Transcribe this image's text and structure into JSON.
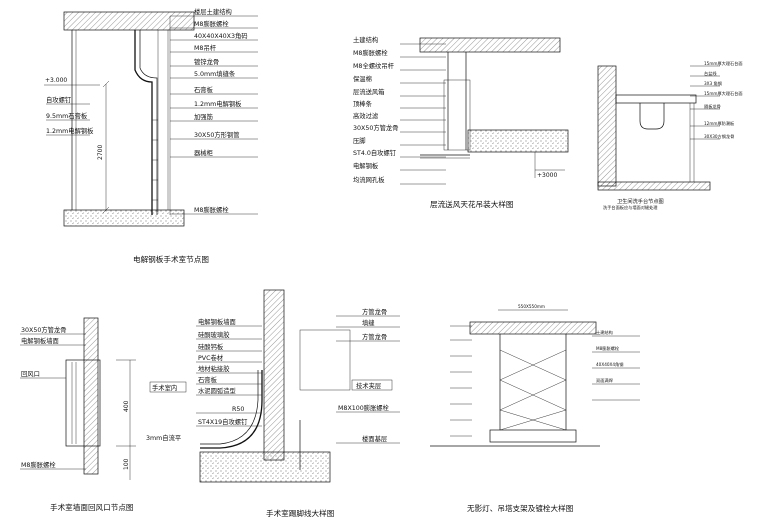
{
  "details": {
    "d1": {
      "title": "电解钢板手术室节点图",
      "labels": [
        "楼层土建结构",
        "M8膨胀螺栓",
        "40X40X40X3角码",
        "M8吊杆",
        "镀锌龙骨",
        "5.0mm填缝条",
        "石膏板",
        "1.2mm电解钢板",
        "加强筋",
        "30X50方形钢管",
        "器械柜",
        "M8膨胀螺栓"
      ],
      "left_labels": [
        "自攻螺钉",
        "9.5mm石膏板",
        "1.2mm电解钢板"
      ],
      "level": "+3.000",
      "dim": "2700"
    },
    "d2": {
      "title": "层流送风天花吊装大样图",
      "labels": [
        "土建结构",
        "M8膨胀螺栓",
        "M8全螺纹吊杆",
        "保温棉",
        "层流送风箱",
        "顶棒条",
        "高效过滤",
        "30X50方管龙骨",
        "压脚",
        "ST4.0自攻螺钉",
        "电解钢板",
        "均流网孔板"
      ],
      "level": "+3000"
    },
    "d3": {
      "title": "卫生间洗手台节点图",
      "subtitle": "洗手台面板应与墙面对缝处理",
      "labels": [
        "15mm厚大理石台面",
        "台盆线",
        "3X3 角钢",
        "15mm厚大理石台面",
        "隔板龙骨",
        "12mm厚防潮板",
        "30X30方钢龙骨"
      ]
    },
    "d4": {
      "title": "手术室墙面回风口节点图",
      "labels": [
        "30X50方管龙骨",
        "电解钢板墙面",
        "回风口",
        "M8膨胀螺栓"
      ],
      "dims": [
        "400",
        "100"
      ]
    },
    "d5": {
      "title": "手术室踢脚线大样图",
      "labels": [
        "电解钢板墙面",
        "硅酮玻璃胶",
        "硅酸钙板",
        "PVC卷材",
        "地材粘接胶",
        "石膏板",
        "水泥圆弧造型",
        "R50",
        "ST4X19自攻螺钉"
      ],
      "left_label": "3mm自流平",
      "right_labels": [
        "方管龙骨",
        "填缝",
        "方管龙骨",
        "M8X100膨胀螺栓",
        "楼面基层"
      ],
      "boxes": [
        "手术室内",
        "技术夹层"
      ]
    },
    "d6": {
      "title": "无影灯、吊塔支架及镀栓大样图",
      "top_dim": "550X550mm",
      "labels": [
        "土建结构",
        "M8膨胀螺栓",
        "40X40X4角钢",
        "双面满焊"
      ]
    }
  }
}
